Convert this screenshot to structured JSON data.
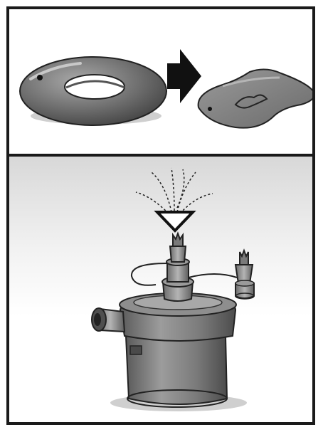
{
  "figure": {
    "panels": [
      {
        "id": "top",
        "step": "deflate",
        "items": [
          "swim-ring-inflated",
          "arrow-right",
          "swim-ring-deflated"
        ]
      },
      {
        "id": "bottom",
        "step": "pump-deflation",
        "items": [
          "air-pump",
          "deflation-nozzle",
          "air-outflow-lines",
          "spare-nozzle"
        ]
      }
    ],
    "colors": {
      "frame": "#1a1a1a",
      "ring": "#6f6f6f",
      "pump": "#8a8a8a",
      "background": "#ffffff"
    }
  }
}
